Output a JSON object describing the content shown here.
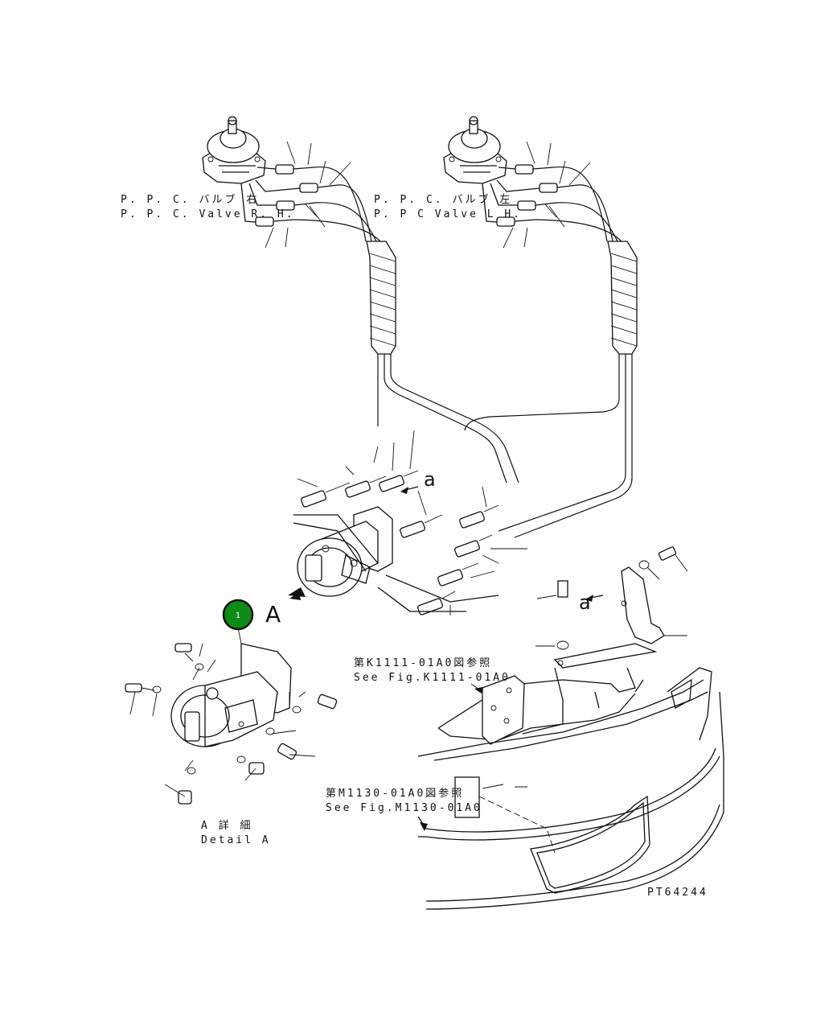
{
  "labels": {
    "ppc_right_jp": "P. P. C. バルブ 右",
    "ppc_right_en": "P. P. C. Valve R. H.",
    "ppc_left_jp": "P. P. C. バルブ 左",
    "ppc_left_en": "P. P C Valve L H.",
    "view_a": "A",
    "ref_a_upper": "a",
    "ref_a_lower": "a",
    "ref_k1111_jp": "第K1111-01A0図参照",
    "ref_k1111_en": "See Fig.K1111-01A0",
    "ref_m1130_jp": "第M1130-01A0図参照",
    "ref_m1130_en": "See Fig.M1130-01A0",
    "detail_jp": "A 詳 細",
    "detail_en": "Detail A",
    "drawing_no": "PT64244"
  },
  "callout": {
    "number": "1",
    "color": "#0e8a16",
    "ring_color": "#111111"
  }
}
